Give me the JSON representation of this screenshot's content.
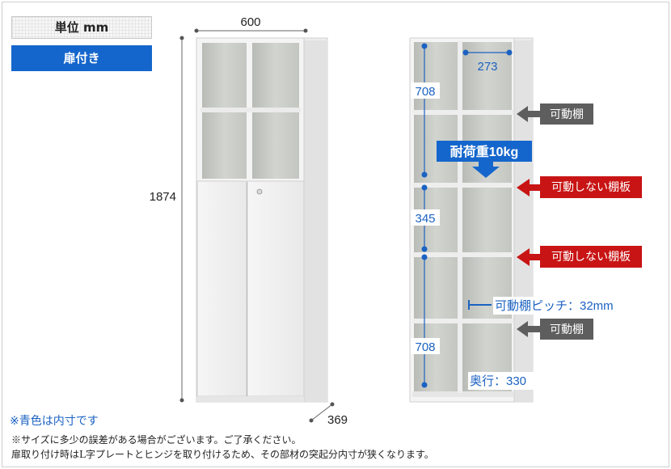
{
  "badges": {
    "unit": "単位 mm",
    "door": "扉付き"
  },
  "front": {
    "width": "600",
    "height": "1874",
    "depth": "369"
  },
  "inner": {
    "shelf_width": "273",
    "upper_height": "708",
    "middle_height": "345",
    "lower_height": "708",
    "depth": "奥行：330"
  },
  "labels": {
    "load": "耐荷重10kg",
    "adjustable_top": "可動棚",
    "fixed_1": "可動しない棚板",
    "fixed_2": "可動しない棚板",
    "pitch": "可動棚ピッチ：32mm",
    "adjustable_bottom": "可動棚"
  },
  "notes": {
    "blue": "※青色は内寸です",
    "line1": "※サイズに多少の誤差がある場合がございます。ご了承ください。",
    "line2": "扉取り付け時はL字プレートとヒンジを取り付けるため、その部材の突起分内寸が狭くなります。"
  },
  "colors": {
    "blue": "#1b62c2",
    "red": "#c81414",
    "gray": "#5e5e5e",
    "badge": "#1566cc"
  }
}
